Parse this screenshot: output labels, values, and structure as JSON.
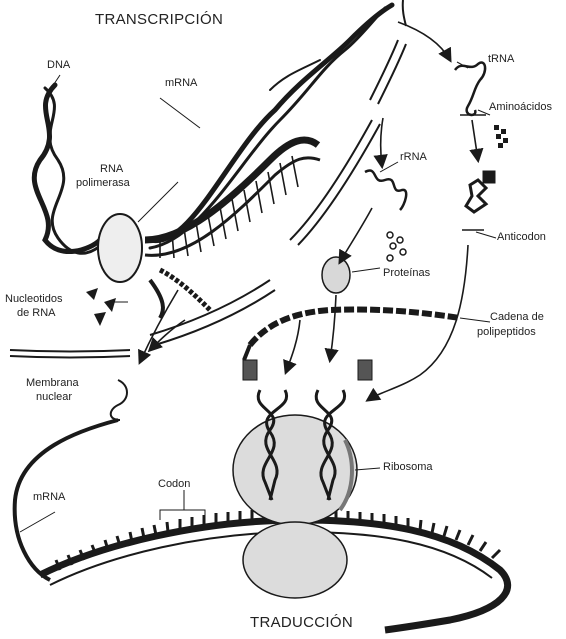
{
  "titles": {
    "transcription": "TRANSCRIPCIÓN",
    "translation": "TRADUCCIÓN"
  },
  "labels": {
    "dna": "DNA",
    "mrna_top": "mRNA",
    "rna_polymerase_1": "RNA",
    "rna_polymerase_2": "polimerasa",
    "trna_top": "tRNA",
    "amino_acids": "Aminoácidos",
    "trna_mid": "rRNA",
    "anticodon": "Anticodon",
    "proteins": "Proteínas",
    "nucleotides_1": "Nucleotidos",
    "nucleotides_2": "de RNA",
    "polypeptide_1": "Cadena de",
    "polypeptide_2": "polipeptidos",
    "membrane_1": "Membrana",
    "membrane_2": "nuclear",
    "ribosome": "Ribosoma",
    "mrna_bottom": "mRNA",
    "codon": "Codon"
  },
  "colors": {
    "ink": "#1a1a1a",
    "ribosome_fill": "#dcdcdc",
    "polymerase_fill": "#eeeeee"
  }
}
